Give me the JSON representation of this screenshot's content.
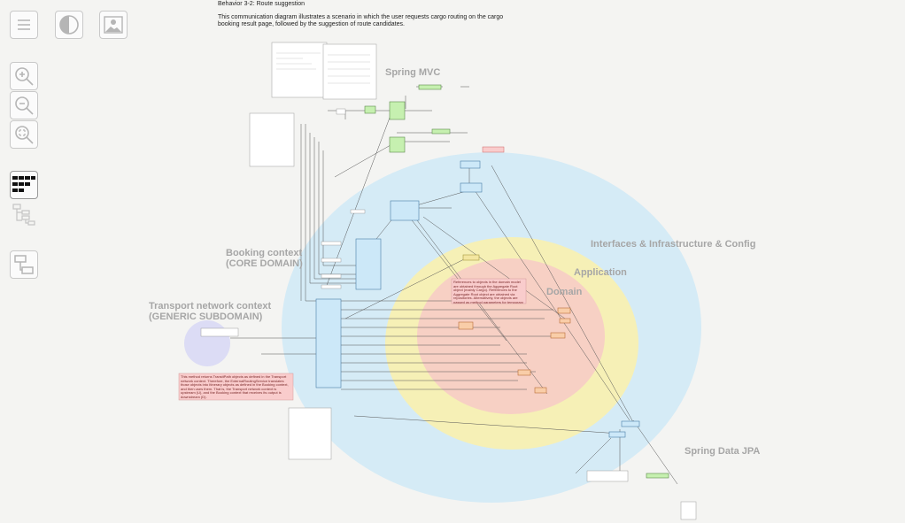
{
  "header": {
    "title": "Behavior 3-2: Route suggestion",
    "description": "This communication diagram illustrates a scenario in which the user requests cargo routing on the cargo booking result page, followed by the suggestion of route candidates."
  },
  "toolbar": {
    "icons": [
      "menu-icon",
      "contrast-icon",
      "image-icon",
      "zoom-in-icon",
      "zoom-out-icon",
      "zoom-fit-icon",
      "grid-view-icon",
      "tree-view-icon",
      "layout-view-icon"
    ]
  },
  "labels": {
    "spring_mvc": "Spring MVC",
    "interfaces": "Interfaces & Infrastructure & Config",
    "application": "Application",
    "domain": "Domain",
    "booking_context": "Booking context\n(CORE DOMAIN)",
    "transport_context": "Transport network context\n(GENERIC SUBDOMAIN)",
    "spring_data_jpa": "Spring Data JPA"
  },
  "notes": {
    "domain_note": "References to objects in the domain model are obtained through the Aggregate Root object (mainly Cargo). References to the Aggregate Root object are obtained via repositories. Alternatively, the objects are passed as method parameters for temporary access.",
    "transport_note": "This method returns TransitPath objects as defined in the Transport network context. Therefore, the ExternalRoutingService translates those objects into Itinerary objects as defined in the Booking context, and then uses them. That is, the Transport network context is upstream (U), and the Booking context that receives its output is downstream (D)."
  },
  "colors": {
    "interfaces_fill": "#cfe9f7",
    "application_fill": "#f6f0b6",
    "domain_fill": "#f7d0c4",
    "transport_fill": "#dcdcf5",
    "controller_fill": "#c6f0b0",
    "service_fill": "#cce8f8",
    "domain_box_fill": "#f9cda8",
    "note_fill": "#f9cccc"
  }
}
